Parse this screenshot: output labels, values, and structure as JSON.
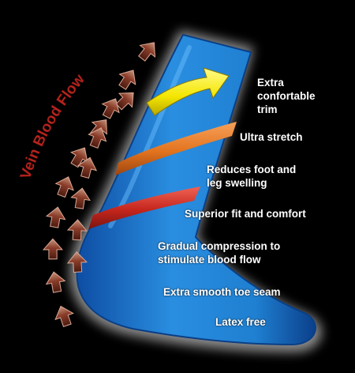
{
  "title": "Vein Blood Flow",
  "colors": {
    "background": "#000000",
    "sock_blue": "#1f7fd1",
    "sock_edge": "#0a3f86",
    "band_orange": "#e2741f",
    "band_red": "#c4261c",
    "arrow_yellow": "#f4e600",
    "flow_arrow_brown": "#7a3424",
    "title_red": "#b8241e"
  },
  "features": [
    {
      "text": "Extra\nconfortable\ntrim"
    },
    {
      "text": "Ultra stretch"
    },
    {
      "text": "Reduces foot and\nleg swelling"
    },
    {
      "text": "Superior fit and comfort"
    },
    {
      "text": "Gradual compression to\nstimulate blood flow"
    },
    {
      "text": "Extra smooth toe seam"
    },
    {
      "text": "Latex free"
    }
  ],
  "flow_arrows": {
    "left_column_count": 8,
    "right_column_count": 8,
    "icon": "up-chevron-arrow-icon"
  }
}
